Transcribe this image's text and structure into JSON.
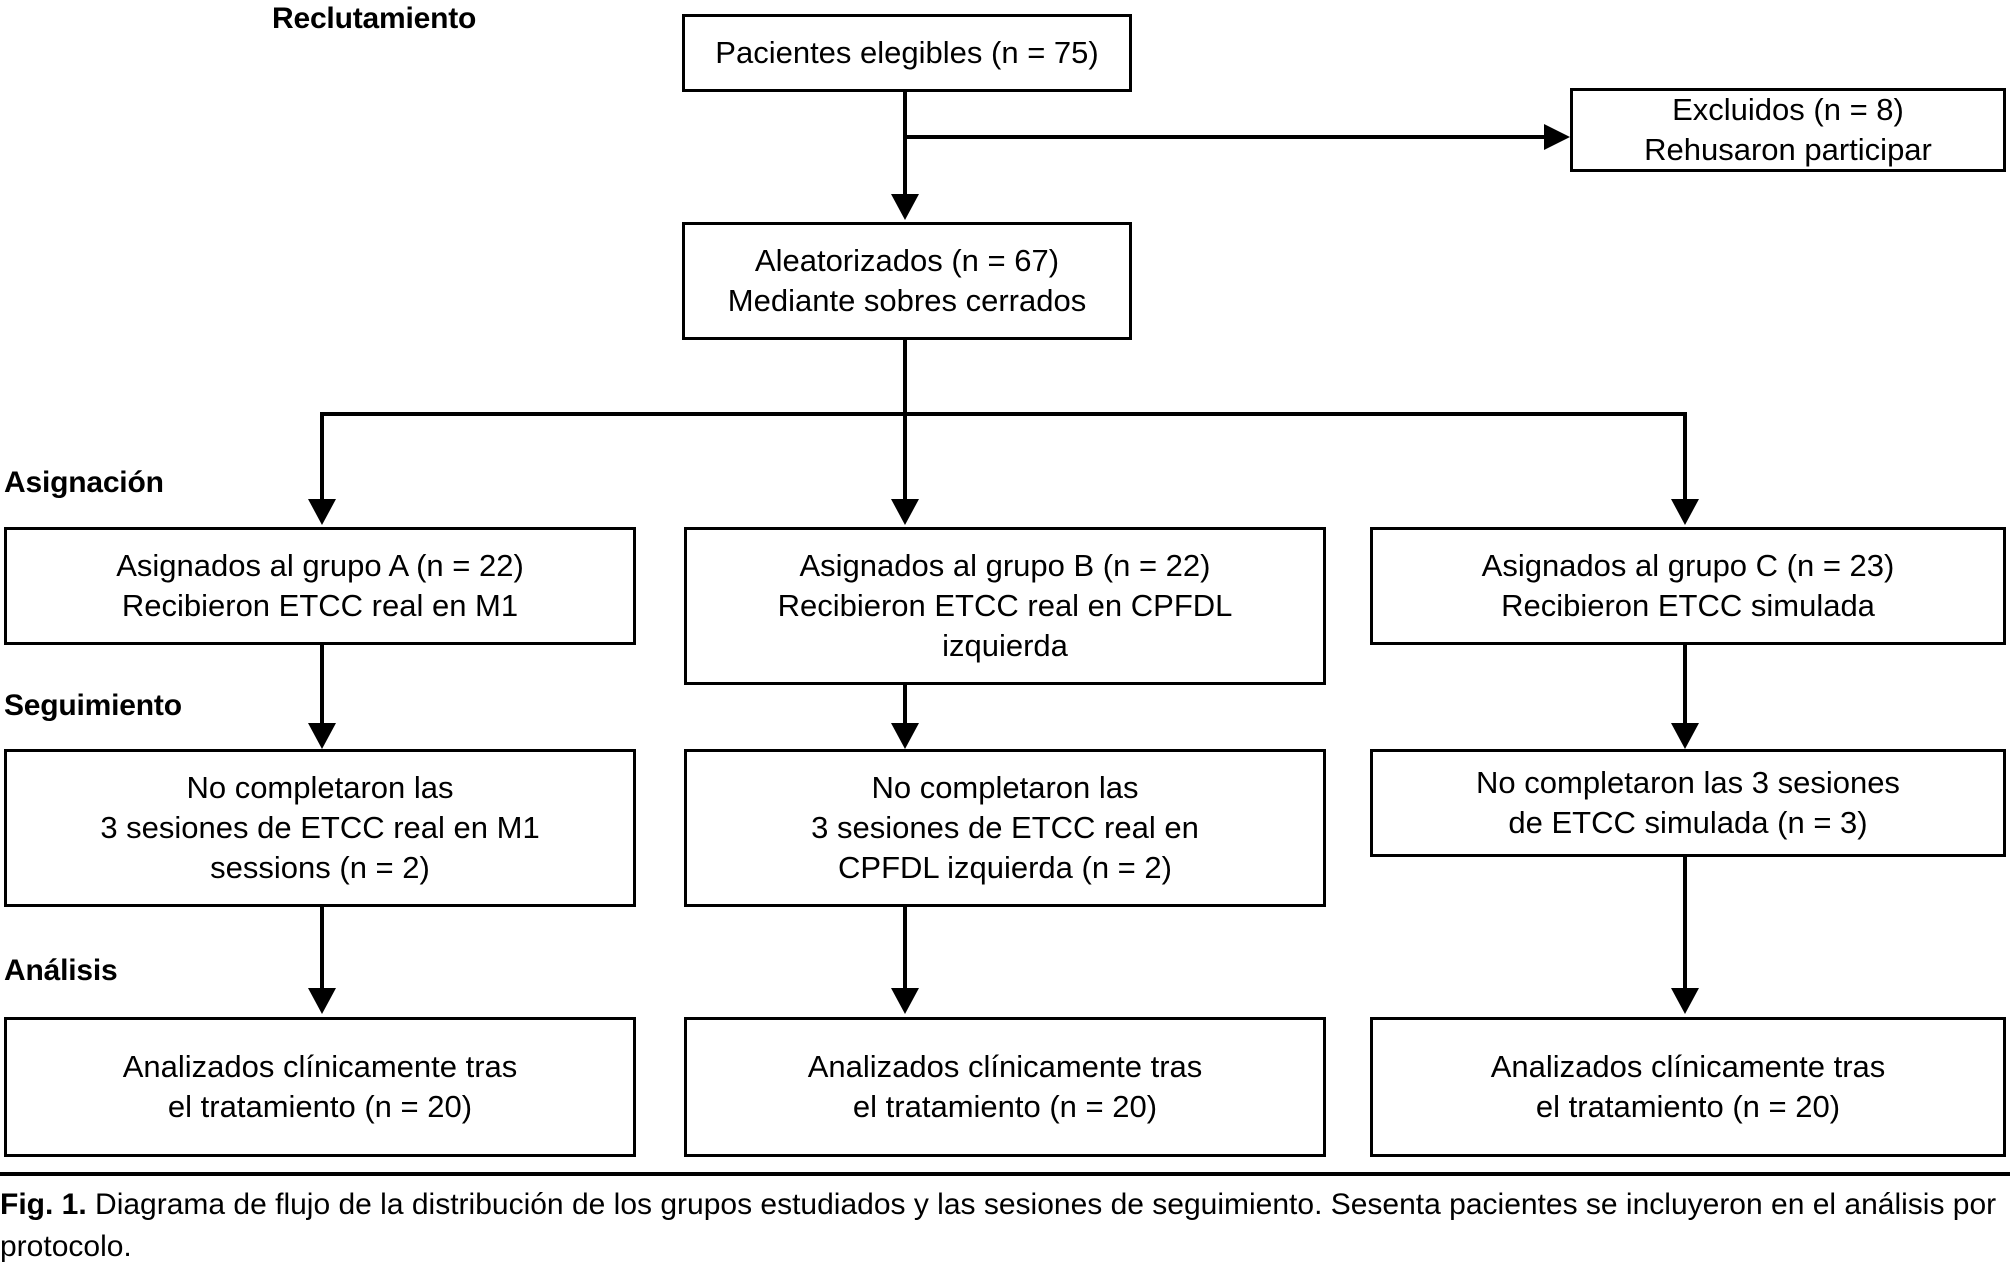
{
  "figure": {
    "caption_label": "Fig. 1.",
    "caption_text": " Diagrama de flujo de la distribución de los grupos estudiados y las sesiones de seguimiento. Sesenta pacientes se incluyeron en el análisis por protocolo."
  },
  "stages": {
    "recruitment": "Reclutamiento",
    "allocation": "Asignación",
    "followup": "Seguimiento",
    "analysis": "Análisis"
  },
  "nodes": {
    "eligible": "Pacientes elegibles (n = 75)",
    "excluded": "Excluidos (n = 8)\nRehusaron participar",
    "randomized": "Aleatorizados (n = 67)\nMediante sobres cerrados",
    "alloc_a": "Asignados al grupo A (n = 22)\nRecibieron ETCC real en M1",
    "alloc_b": "Asignados al grupo B (n = 22)\nRecibieron ETCC real en CPFDL\nizquierda",
    "alloc_c": "Asignados al grupo C (n = 23)\nRecibieron ETCC simulada",
    "followup_a": "No completaron las\n3 sesiones de ETCC real en M1\nsessions (n = 2)",
    "followup_b": "No completaron las\n3 sesiones de ETCC real en\nCPFDL izquierda (n = 2)",
    "followup_c": "No completaron las 3 sesiones\nde ETCC simulada (n = 3)",
    "analysis_a": "Analizados clínicamente tras\nel tratamiento (n = 20)",
    "analysis_b": "Analizados clínicamente tras\nel tratamiento (n = 20)",
    "analysis_c": "Analizados clínicamente tras\nel tratamiento (n = 20)"
  },
  "chart_data": {
    "type": "diagram",
    "title": "Diagrama de flujo CONSORT",
    "flow": [
      {
        "id": "eligible",
        "label": "Pacientes elegibles",
        "n": 75
      },
      {
        "id": "excluded",
        "label": "Excluidos - Rehusaron participar",
        "n": 8
      },
      {
        "id": "randomized",
        "label": "Aleatorizados mediante sobres cerrados",
        "n": 67
      },
      {
        "id": "alloc_a",
        "label": "Grupo A - ETCC real en M1",
        "n": 22
      },
      {
        "id": "alloc_b",
        "label": "Grupo B - ETCC real en CPFDL izquierda",
        "n": 22
      },
      {
        "id": "alloc_c",
        "label": "Grupo C - ETCC simulada",
        "n": 23
      },
      {
        "id": "followup_a",
        "label": "No completaron 3 sesiones (A)",
        "n": 2
      },
      {
        "id": "followup_b",
        "label": "No completaron 3 sesiones (B)",
        "n": 2
      },
      {
        "id": "followup_c",
        "label": "No completaron 3 sesiones (C)",
        "n": 3
      },
      {
        "id": "analysis_a",
        "label": "Analizados tras el tratamiento (A)",
        "n": 20
      },
      {
        "id": "analysis_b",
        "label": "Analizados tras el tratamiento (B)",
        "n": 20
      },
      {
        "id": "analysis_c",
        "label": "Analizados tras el tratamiento (C)",
        "n": 20
      }
    ],
    "stages": [
      "Reclutamiento",
      "Asignación",
      "Seguimiento",
      "Análisis"
    ],
    "total_analyzed": 60
  }
}
